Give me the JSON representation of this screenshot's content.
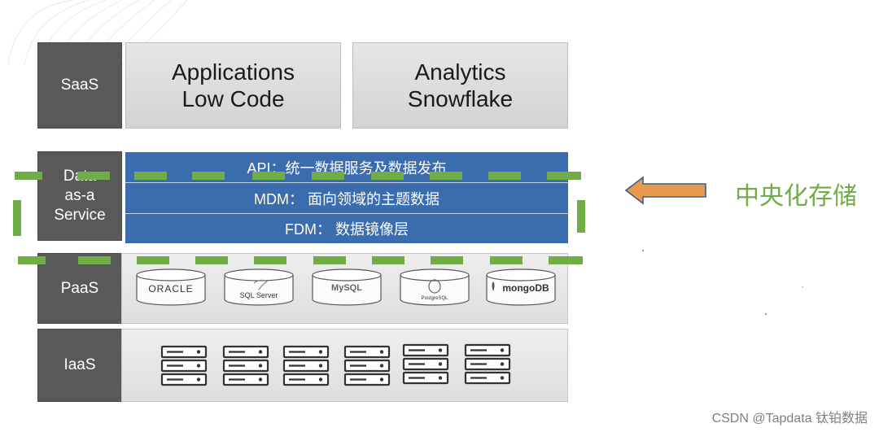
{
  "layers": {
    "saas": "SaaS",
    "daas_line1": "Data",
    "daas_line2": "as-a",
    "daas_line3": "Service",
    "paas": "PaaS",
    "iaas": "IaaS"
  },
  "saas_cards": [
    {
      "line1": "Applications",
      "line2": "Low Code"
    },
    {
      "line1": "Analytics",
      "line2": "Snowflake"
    }
  ],
  "data_rows": [
    "API：统一数据服务及数据发布",
    "MDM： 面向领域的主题数据",
    "FDM： 数据镜像层"
  ],
  "databases": [
    {
      "name": "ORACLE"
    },
    {
      "name": "SQL Server"
    },
    {
      "name": "MySQL"
    },
    {
      "name": "PostgreSQL"
    },
    {
      "name": "mongoDB"
    }
  ],
  "central_storage": "中央化存储",
  "watermark": "CSDN @Tapdata 钛铂数据",
  "colors": {
    "layer_label_bg": "#595959",
    "data_row_blue": "#3b6cad",
    "dashed_frame_green": "#70ad47",
    "arrow_orange": "#e69a4c"
  }
}
